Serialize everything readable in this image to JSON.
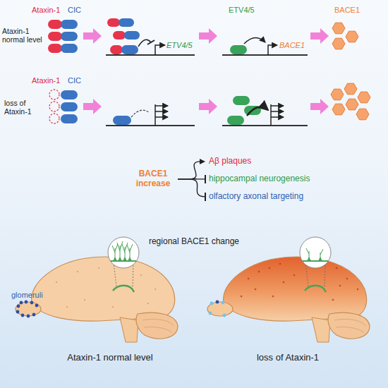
{
  "diagram": {
    "nodes": [
      {
        "text": [
          "BACE1 increase"
        ]
      },
      {
        "text": [
          "Aβ plaques"
        ]
      },
      {
        "text": [
          "hippocampal neurogenesis"
        ]
      },
      {
        "text": [
          "olfactory axonal targeting"
        ]
      }
    ],
    "edges": [
      {
        "from": 0,
        "to": 1,
        "arrow": "to"
      },
      {
        "from": 0,
        "to": 2,
        "arrow": "to"
      },
      {
        "from": 0,
        "to": 3,
        "arrow": "to"
      }
    ],
    "labels": [
      "Ataxin-1",
      "CIC",
      "ETV4/5",
      "BACE1",
      "Ataxin-1 normal level",
      "ETV4/5",
      "BACE1",
      "Ataxin-1",
      "CIC",
      "loss of Ataxin-1",
      "glomeruli",
      "regional BACE1 change",
      "Ataxin-1 normal level",
      "loss of Ataxin-1"
    ]
  }
}
